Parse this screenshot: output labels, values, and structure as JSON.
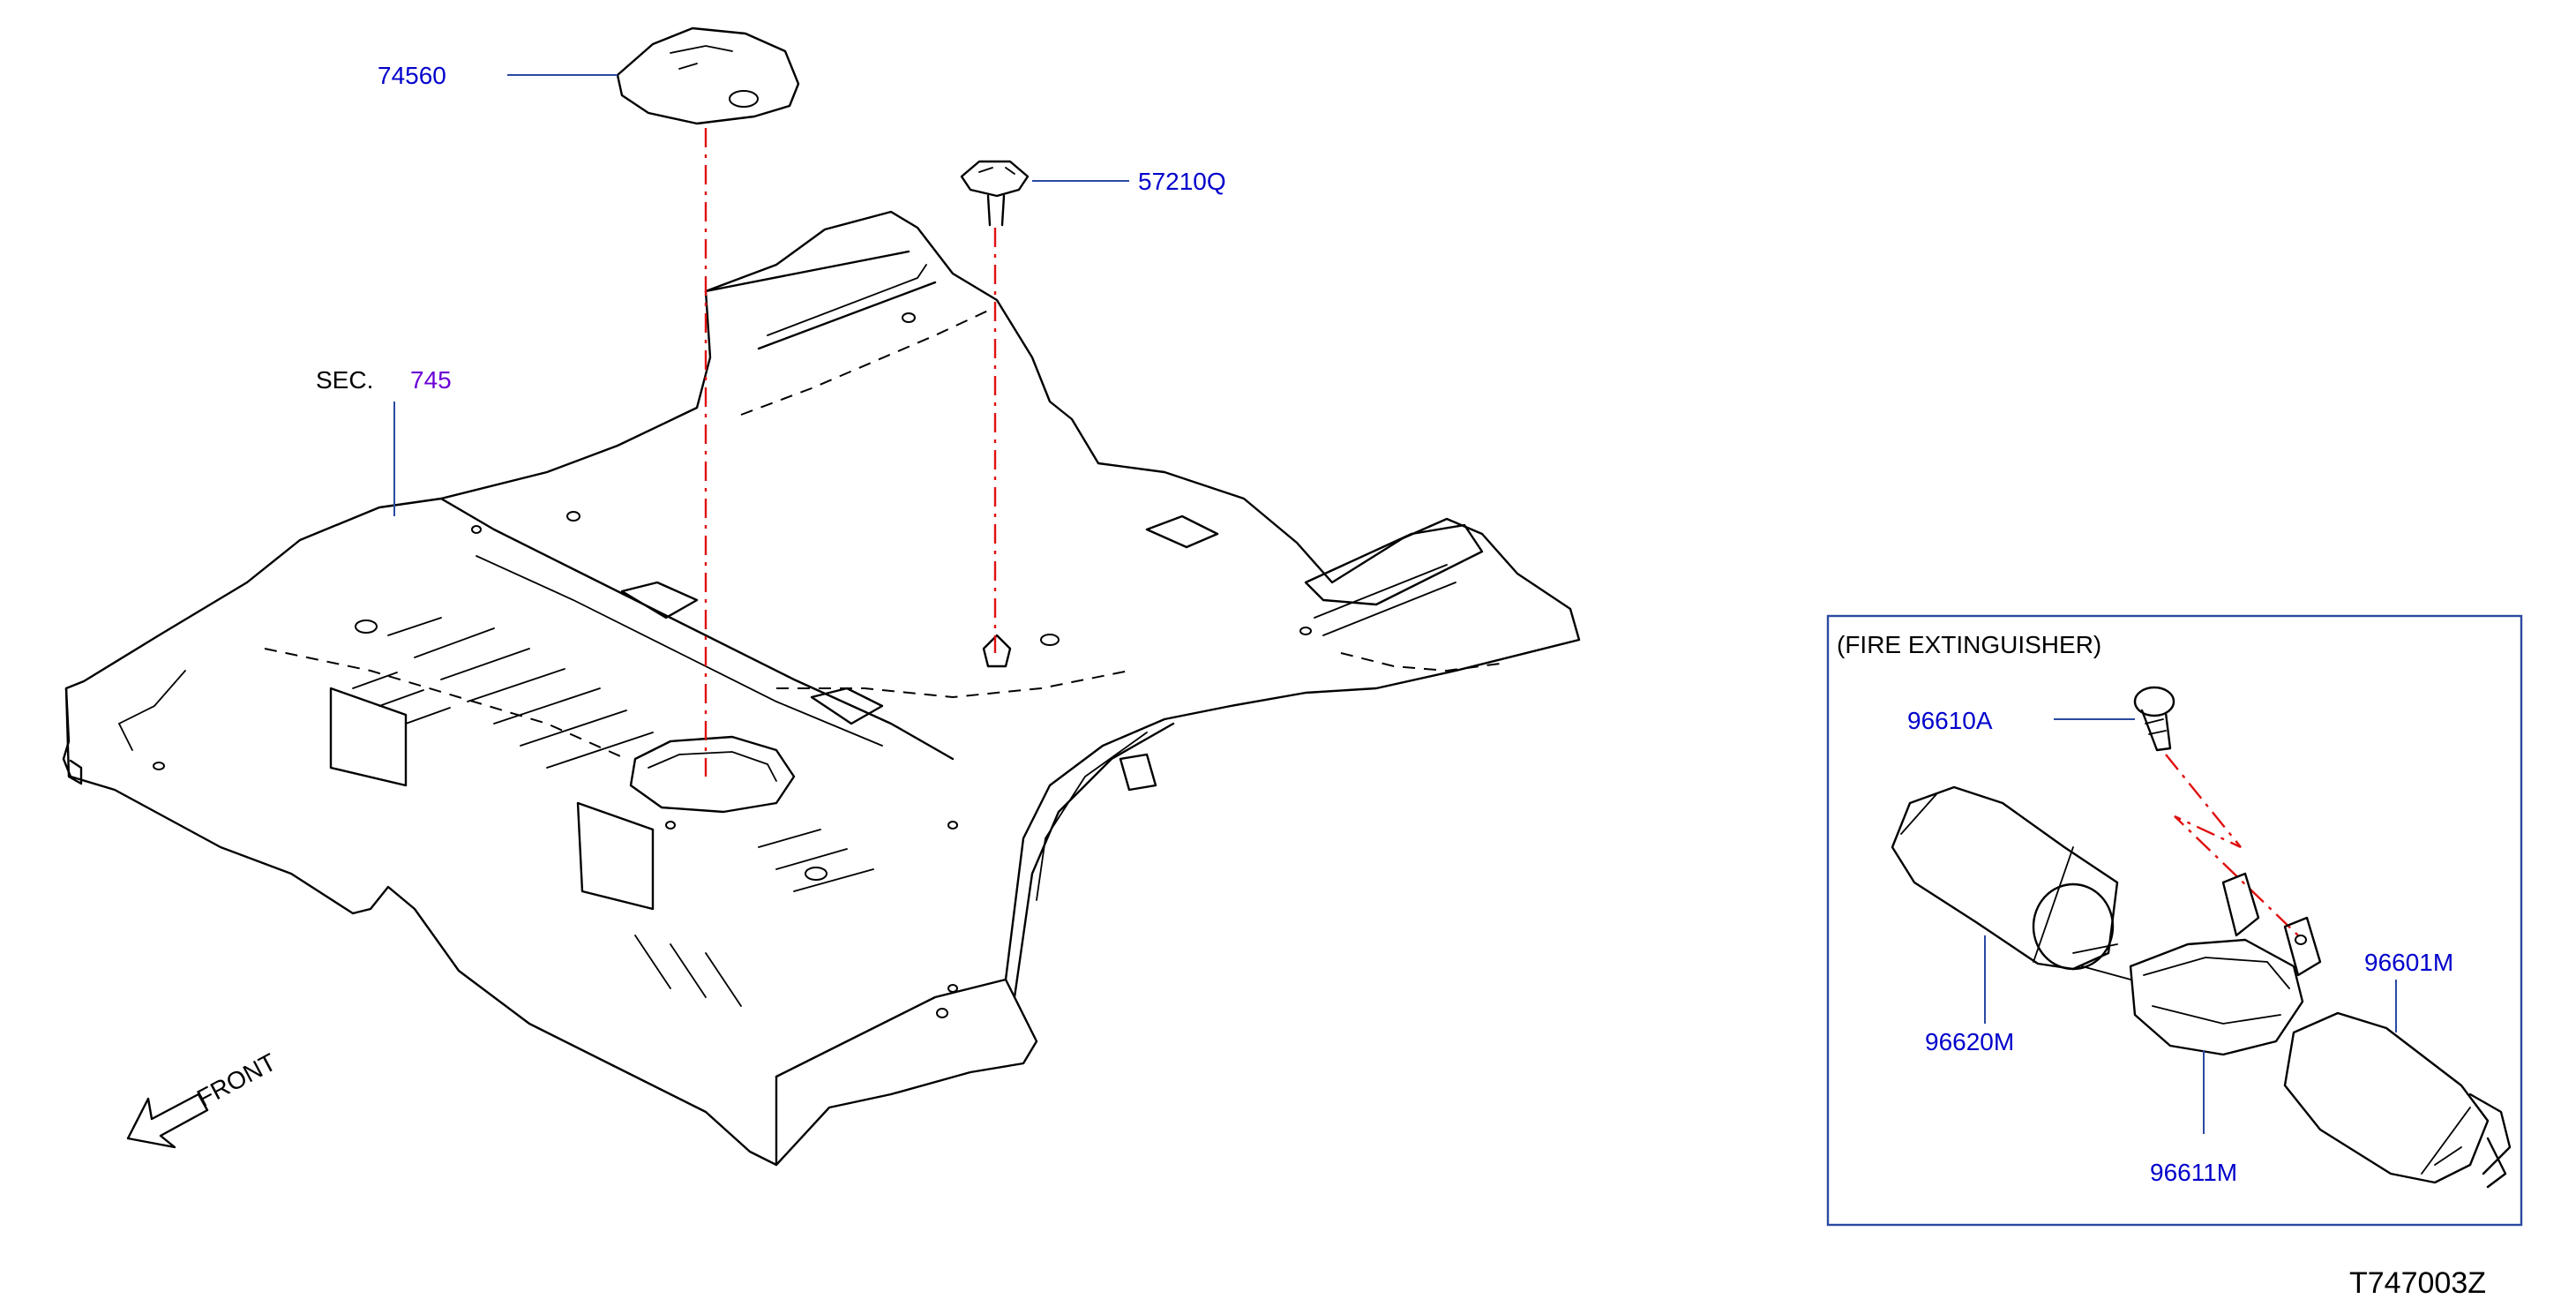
{
  "diagram": {
    "diagram_code": "T747003Z",
    "section": {
      "prefix": "SEC.",
      "number": "745"
    },
    "front_label": "FRONT",
    "inset_title": "(FIRE EXTINGUISHER)",
    "parts": {
      "p74560": "74560",
      "p57210Q": "57210Q",
      "p96610A": "96610A",
      "p96620M": "96620M",
      "p96601M": "96601M",
      "p96611M": "96611M"
    }
  }
}
